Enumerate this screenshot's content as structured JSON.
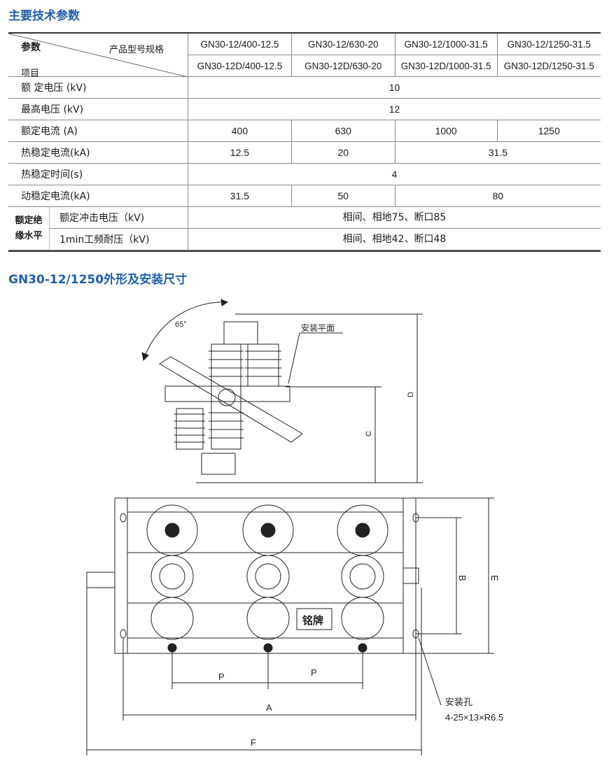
{
  "section1_title": "主要技术参数",
  "header": {
    "param_label": "参数",
    "model_label": "产品型号规格",
    "item_label": "项目",
    "models_row1": [
      "GN30-12/400-12.5",
      "GN30-12/630-20",
      "GN30-12/1000-31.5",
      "GN30-12/1250-31.5"
    ],
    "models_row2": [
      "GN30-12D/400-12.5",
      "GN30-12D/630-20",
      "GN30-12D/1000-31.5",
      "GN30-12D/1250-31.5"
    ]
  },
  "rows": {
    "rated_voltage": {
      "label": "额 定电压 (kV)",
      "value": "10"
    },
    "max_voltage": {
      "label": "最高电压 (kV)",
      "value": "12"
    },
    "rated_current": {
      "label": "额定电流 (A)",
      "values": [
        "400",
        "630",
        "1000",
        "1250"
      ]
    },
    "thermal_current": {
      "label": "热稳定电流(kA)",
      "values": [
        "12.5",
        "20",
        "31.5"
      ]
    },
    "thermal_time": {
      "label": "热稳定时间(s)",
      "value": "4"
    },
    "dynamic_current": {
      "label": "动稳定电流(kA)",
      "values": [
        "31.5",
        "50",
        "80"
      ]
    },
    "insulation": {
      "group_label_1": "额定绝",
      "group_label_2": "缘水平",
      "impulse": {
        "label": "额定冲击电压（kV)",
        "value": "相间、相地75、断口85"
      },
      "power_freq": {
        "label": "1min工频耐压（kV)",
        "value": "相间、相地42、断口48"
      }
    }
  },
  "section2_title": "GN30-12/1250外形及安装尺寸",
  "drawing": {
    "angle": "65°",
    "mount_plane": "安装平面",
    "dim_D": "D",
    "dim_C": "C",
    "dim_B": "B",
    "dim_E": "E",
    "dim_P1": "P",
    "dim_P2": "P",
    "dim_A": "A",
    "dim_F": "F",
    "nameplate": "铭牌",
    "hole_label": "安装孔",
    "hole_spec": "4-25×13×R6.5"
  }
}
